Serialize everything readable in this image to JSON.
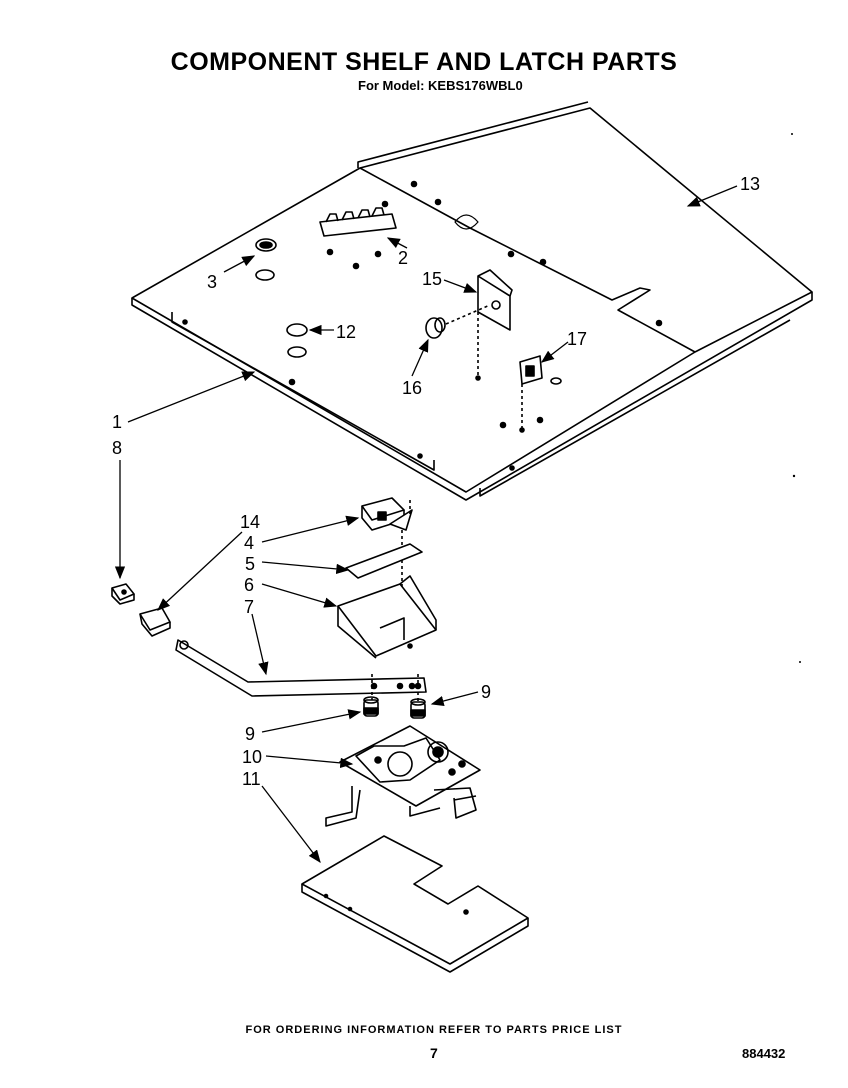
{
  "header": {
    "title": "COMPONENT SHELF AND LATCH PARTS",
    "model": "For Model: KEBS176WBL0"
  },
  "callouts": {
    "c1": "1",
    "c2": "2",
    "c3": "3",
    "c4": "4",
    "c5": "5",
    "c6": "6",
    "c7": "7",
    "c8": "8",
    "c9a": "9",
    "c9b": "9",
    "c10": "10",
    "c11": "11",
    "c12": "12",
    "c13": "13",
    "c14": "14",
    "c15": "15",
    "c16": "16",
    "c17": "17"
  },
  "footer": {
    "note": "FOR ORDERING INFORMATION REFER TO PARTS PRICE LIST",
    "page": "7",
    "doc_number": "884432"
  }
}
